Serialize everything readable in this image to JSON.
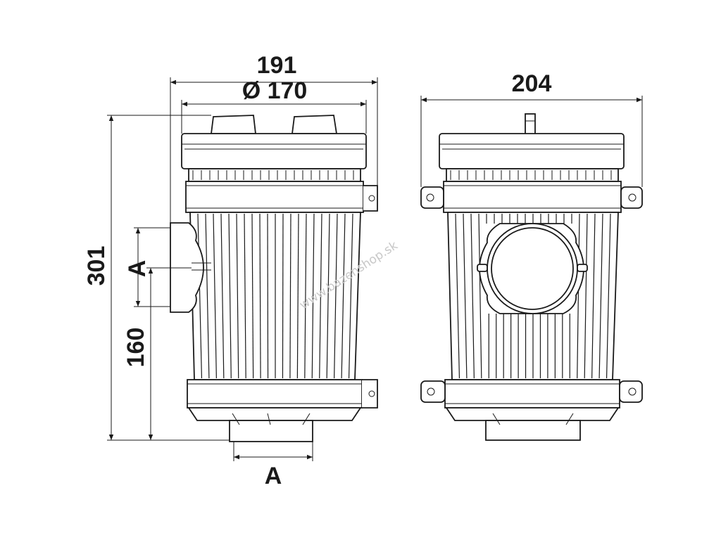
{
  "dimensions": {
    "overall_width_side": "191",
    "top_diameter": "Ø 170",
    "overall_width_front": "204",
    "overall_height": "301",
    "outlet_height": "160",
    "inlet_label": "A",
    "bottom_label": "A"
  },
  "watermark": "www.bazenshop.sk",
  "colors": {
    "line": "#1a1a1a",
    "background": "#ffffff",
    "watermark": "#c8c8c8"
  }
}
